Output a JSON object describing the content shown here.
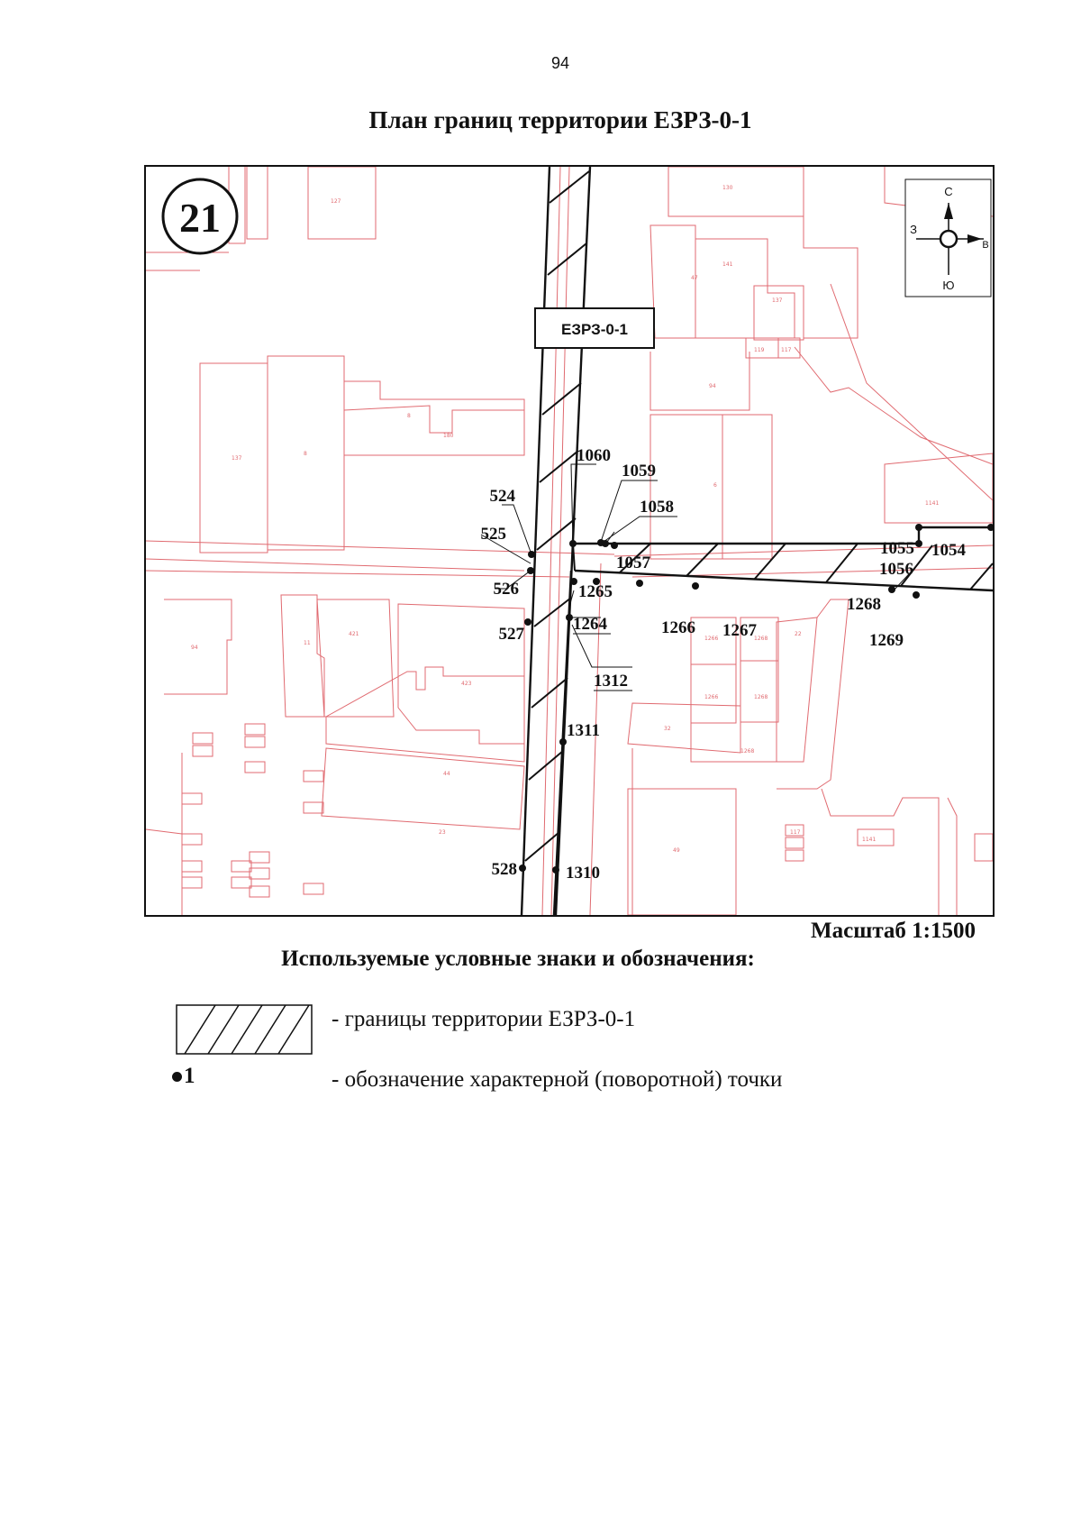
{
  "page_number": "94",
  "title": "План границ территории ЕЗРЗ-0-1",
  "map": {
    "sheet_number": "21",
    "zone_label": "ЕЗРЗ-0-1",
    "compass": {
      "north": "С",
      "south": "Ю",
      "west": "З",
      "east": "В"
    },
    "colors": {
      "cadastral_lines": "#e06a70",
      "boundary": "#111111"
    },
    "points": [
      {
        "id": "524",
        "label": "524"
      },
      {
        "id": "525",
        "label": "525"
      },
      {
        "id": "526",
        "label": "526"
      },
      {
        "id": "527",
        "label": "527"
      },
      {
        "id": "528",
        "label": "528"
      },
      {
        "id": "1060",
        "label": "1060"
      },
      {
        "id": "1059",
        "label": "1059"
      },
      {
        "id": "1058",
        "label": "1058"
      },
      {
        "id": "1057",
        "label": "1057"
      },
      {
        "id": "1056",
        "label": "1056"
      },
      {
        "id": "1055",
        "label": "1055"
      },
      {
        "id": "1054",
        "label": "1054"
      },
      {
        "id": "1265",
        "label": "1265"
      },
      {
        "id": "1264",
        "label": "1264"
      },
      {
        "id": "1266",
        "label": "1266"
      },
      {
        "id": "1267",
        "label": "1267"
      },
      {
        "id": "1268",
        "label": "1268"
      },
      {
        "id": "1269",
        "label": "1269"
      },
      {
        "id": "1312",
        "label": "1312"
      },
      {
        "id": "1311",
        "label": "1311"
      },
      {
        "id": "1310",
        "label": "1310"
      }
    ]
  },
  "scale": "Масштаб 1:1500",
  "legend": {
    "title": "Используемые условные знаки и обозначения:",
    "hatch_label": "- границы территории ЕЗРЗ-0-1",
    "point_symbol": "1",
    "point_label": "- обозначение характерной (поворотной) точки"
  }
}
